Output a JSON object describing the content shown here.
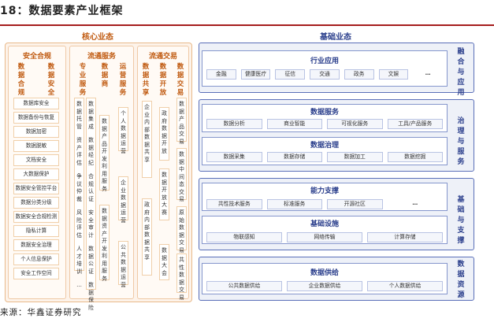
{
  "figure_title": "18：数据要素产业框架",
  "left_section_title": "核心业态",
  "right_section_title": "基础业态",
  "columns": {
    "compliance": {
      "title": "安全合规",
      "head_a": "数据合规",
      "head_b": "数据安全",
      "items": [
        "数据库安全",
        "数据备份与恢复",
        "数据加密",
        "数据脱敏",
        "文档安全",
        "大数据保护",
        "数据安全管控平台",
        "数据分类分级",
        "数据安全合规检测",
        "隐私计算",
        "数据安全治理",
        "个人信息保护",
        "安全工作空间"
      ]
    },
    "circulation": {
      "title": "流通服务",
      "head_a": "专业服务",
      "head_b": "数据商",
      "head_c": "运营服务",
      "pro": [
        "数据托管",
        "资产评估",
        "争议仲裁",
        "风险评估",
        "人才培训",
        "…"
      ],
      "pro2": [
        "数据集成",
        "数据经纪",
        "合规认证",
        "安全审计",
        "数据公证",
        "数据保险"
      ],
      "dealer": [
        "数据产品开发利用服务",
        "数据资产开发利用服务"
      ],
      "ops": [
        "个人数据运营",
        "企业数据运营",
        "公共数据运营"
      ]
    },
    "trading": {
      "title": "流通交易",
      "head_a": "数据共享",
      "head_b": "数据开放",
      "head_c": "数据交易",
      "share": [
        "企业内部数据共享",
        "政府内部数据共享"
      ],
      "open": [
        "政府数据开放",
        "数据开放大赛",
        "数据大会"
      ],
      "trade": [
        "数据产品交易",
        "数据中间态交易",
        "原始数据交易",
        "共性数据交易"
      ]
    }
  },
  "groups": [
    {
      "label": "融合与应用",
      "subs": [
        {
          "title": "行业应用",
          "items": [
            "金融",
            "健康医疗",
            "征信",
            "交通",
            "政务",
            "文娱",
            "…"
          ]
        }
      ]
    },
    {
      "label": "治理与服务",
      "subs": [
        {
          "title": "数据服务",
          "items": [
            "数据分析",
            "商业智能",
            "可视化服务",
            "工具/产品服务"
          ]
        },
        {
          "title": "数据治理",
          "items": [
            "数据采集",
            "数据存储",
            "数据加工",
            "数据挖掘"
          ]
        }
      ]
    },
    {
      "label": "基础与支撑",
      "subs": [
        {
          "title": "能力支撑",
          "items": [
            "共性技术服务",
            "标准服务",
            "开源社区",
            "…"
          ]
        },
        {
          "title": "基础设施",
          "items": [
            "物联感知",
            "网络传输",
            "计算存储"
          ]
        }
      ]
    },
    {
      "label": "数据资源",
      "subs": [
        {
          "title": "数据供给",
          "items": [
            "公共数据供给",
            "企业数据供给",
            "个人数据供给"
          ]
        }
      ]
    }
  ],
  "source": "来源：华鑫证券研究"
}
